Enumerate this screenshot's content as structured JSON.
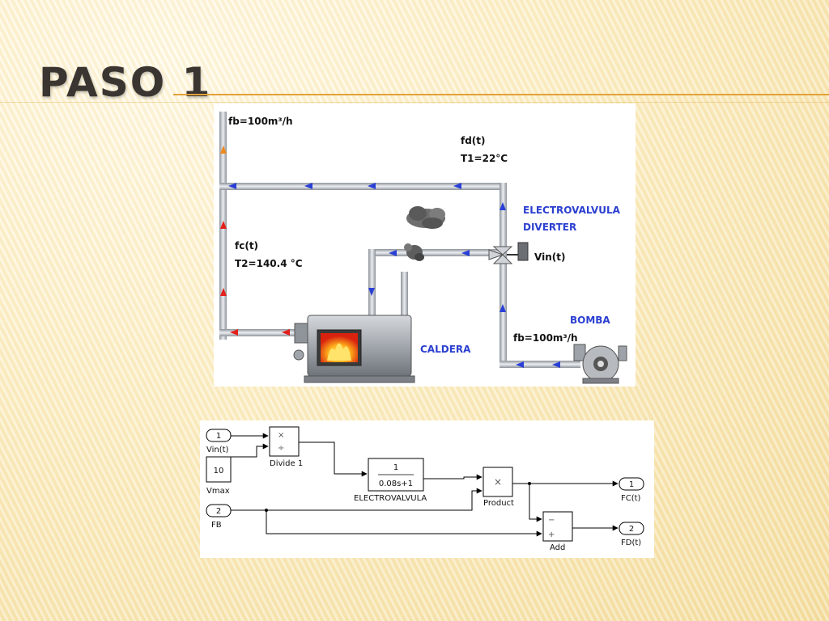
{
  "slide": {
    "title": "PASO 1"
  },
  "process_diagram": {
    "labels": {
      "fb_top": "fb=100m³/h",
      "fd": "fd(t)",
      "t1": "T1=22°C",
      "electrovalvula": "ELECTROVALVULA",
      "diverter": "DIVERTER",
      "vin": "Vin(t)",
      "fc": "fc(t)",
      "t2": "T2=140.4 °C",
      "bomba": "BOMBA",
      "fb_bottom": "fb=100m³/h",
      "caldera": "CALDERA"
    },
    "colors": {
      "pipe": "#c8ccd2",
      "cold_arrow": "#2a3fd6",
      "hot_arrow": "#e3201b",
      "warm_arrow": "#ef8a1e",
      "boiler": "#9aa0a6"
    }
  },
  "block_diagram": {
    "in1": {
      "num": "1",
      "label": "Vin(t)"
    },
    "const": {
      "value": "10",
      "label": "Vmax"
    },
    "in2": {
      "num": "2",
      "label": "FB"
    },
    "divide": {
      "label": "Divide  1",
      "mul": "×",
      "div": "÷"
    },
    "tf": {
      "num": "1",
      "den": "0.08s+1",
      "label": "ELECTROVALVULA"
    },
    "product": {
      "symbol": "×",
      "label": "Product"
    },
    "add": {
      "minus": "−",
      "plus": "+",
      "label": "Add"
    },
    "out1": {
      "num": "1",
      "label": "FC(t)"
    },
    "out2": {
      "num": "2",
      "label": "FD(t)"
    }
  }
}
